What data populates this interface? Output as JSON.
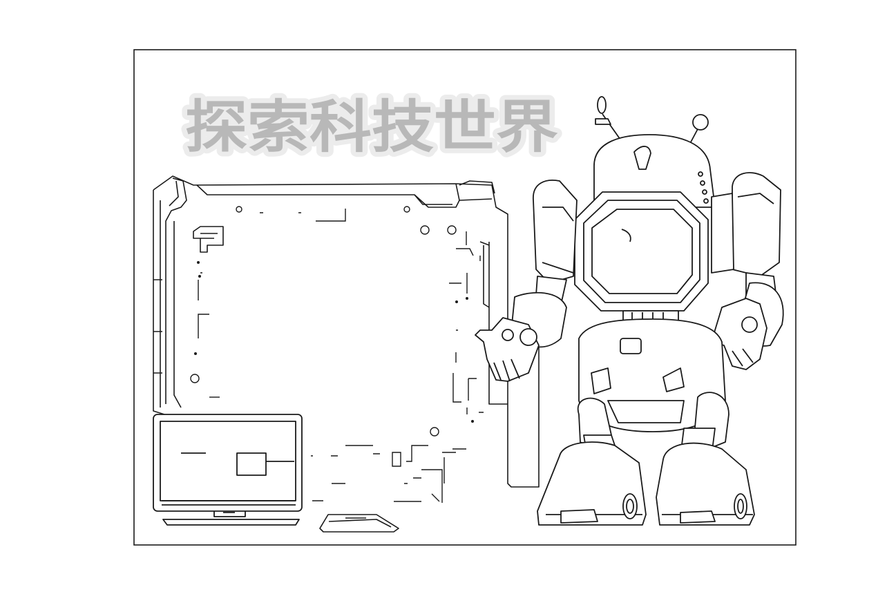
{
  "page": {
    "title": "探索科技世界"
  },
  "colors": {
    "background": "#ffffff",
    "line": "#1a1a1a",
    "title_fill": "#b8b8b8",
    "title_outline": "#ececec"
  },
  "icons": {
    "robot": "robot-illustration",
    "frame": "sci-fi-frame",
    "monitor": "computer-monitor",
    "device": "handheld-device"
  }
}
